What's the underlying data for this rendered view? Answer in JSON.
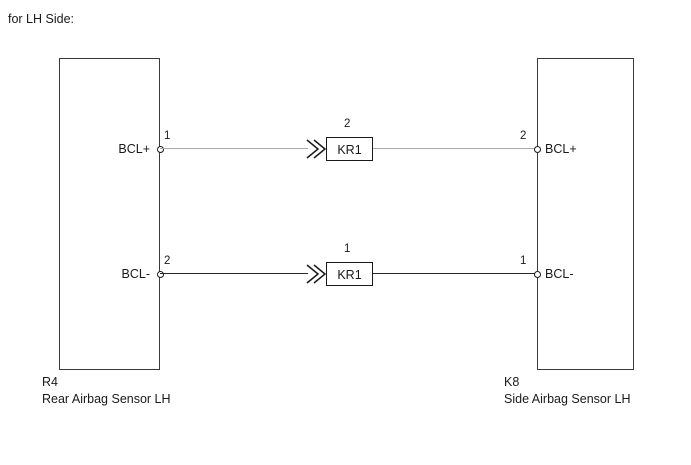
{
  "title": "for LH Side:",
  "connectors": {
    "left": {
      "code": "R4",
      "description": "Rear Airbag Sensor LH",
      "terminals": [
        {
          "signal": "BCL+",
          "pin": "1"
        },
        {
          "signal": "BCL-",
          "pin": "2"
        }
      ]
    },
    "right": {
      "code": "K8",
      "description": "Side Airbag Sensor LH",
      "terminals": [
        {
          "signal": "BCL+",
          "pin": "2"
        },
        {
          "signal": "BCL-",
          "pin": "1"
        }
      ]
    }
  },
  "components": [
    {
      "name": "KR1",
      "pin": "2",
      "marker": "double-chevron-icon",
      "row": "top"
    },
    {
      "name": "KR1",
      "pin": "1",
      "marker": "double-chevron-icon",
      "row": "bottom"
    }
  ],
  "wires": [
    {
      "signal": "BCL+",
      "color": "#a9a9a9"
    },
    {
      "signal": "BCL-",
      "color": "#272727"
    }
  ],
  "colors": {
    "wire_top": "#a9a9a9",
    "wire_bottom": "#272727",
    "box_border": "#3a3a3a",
    "text": "#1a1a1a",
    "background": "#ffffff"
  }
}
